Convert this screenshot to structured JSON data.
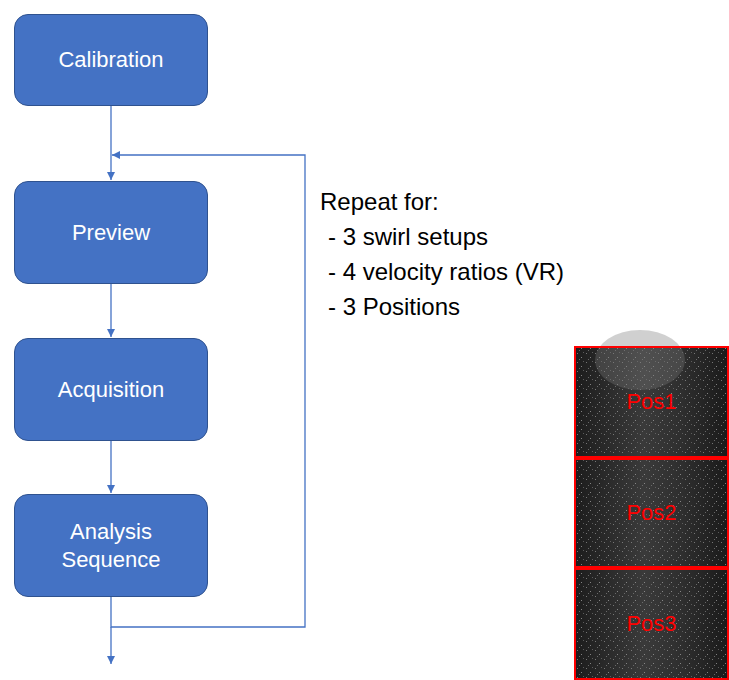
{
  "diagram": {
    "nodes": [
      {
        "text": [
          "Calibration"
        ]
      },
      {
        "text": [
          "Preview"
        ]
      },
      {
        "text": [
          "Acquisition"
        ]
      },
      {
        "text": [
          "Analysis Sequence"
        ]
      },
      {
        "text": [
          "Pos1"
        ]
      },
      {
        "text": [
          "Pos2"
        ]
      },
      {
        "text": [
          "Pos3"
        ]
      }
    ],
    "edges": [
      {
        "from": 0,
        "to": 1,
        "arrow": "to"
      },
      {
        "from": 1,
        "to": 2,
        "arrow": "to"
      },
      {
        "from": 2,
        "to": 3,
        "arrow": "to"
      },
      {
        "from": 3,
        "to": 1,
        "arrow": "to"
      }
    ],
    "labels": [
      "Repeat for:",
      "- 3 swirl setups",
      "- 4 velocity ratios (VR)",
      "- 3 Positions"
    ]
  }
}
